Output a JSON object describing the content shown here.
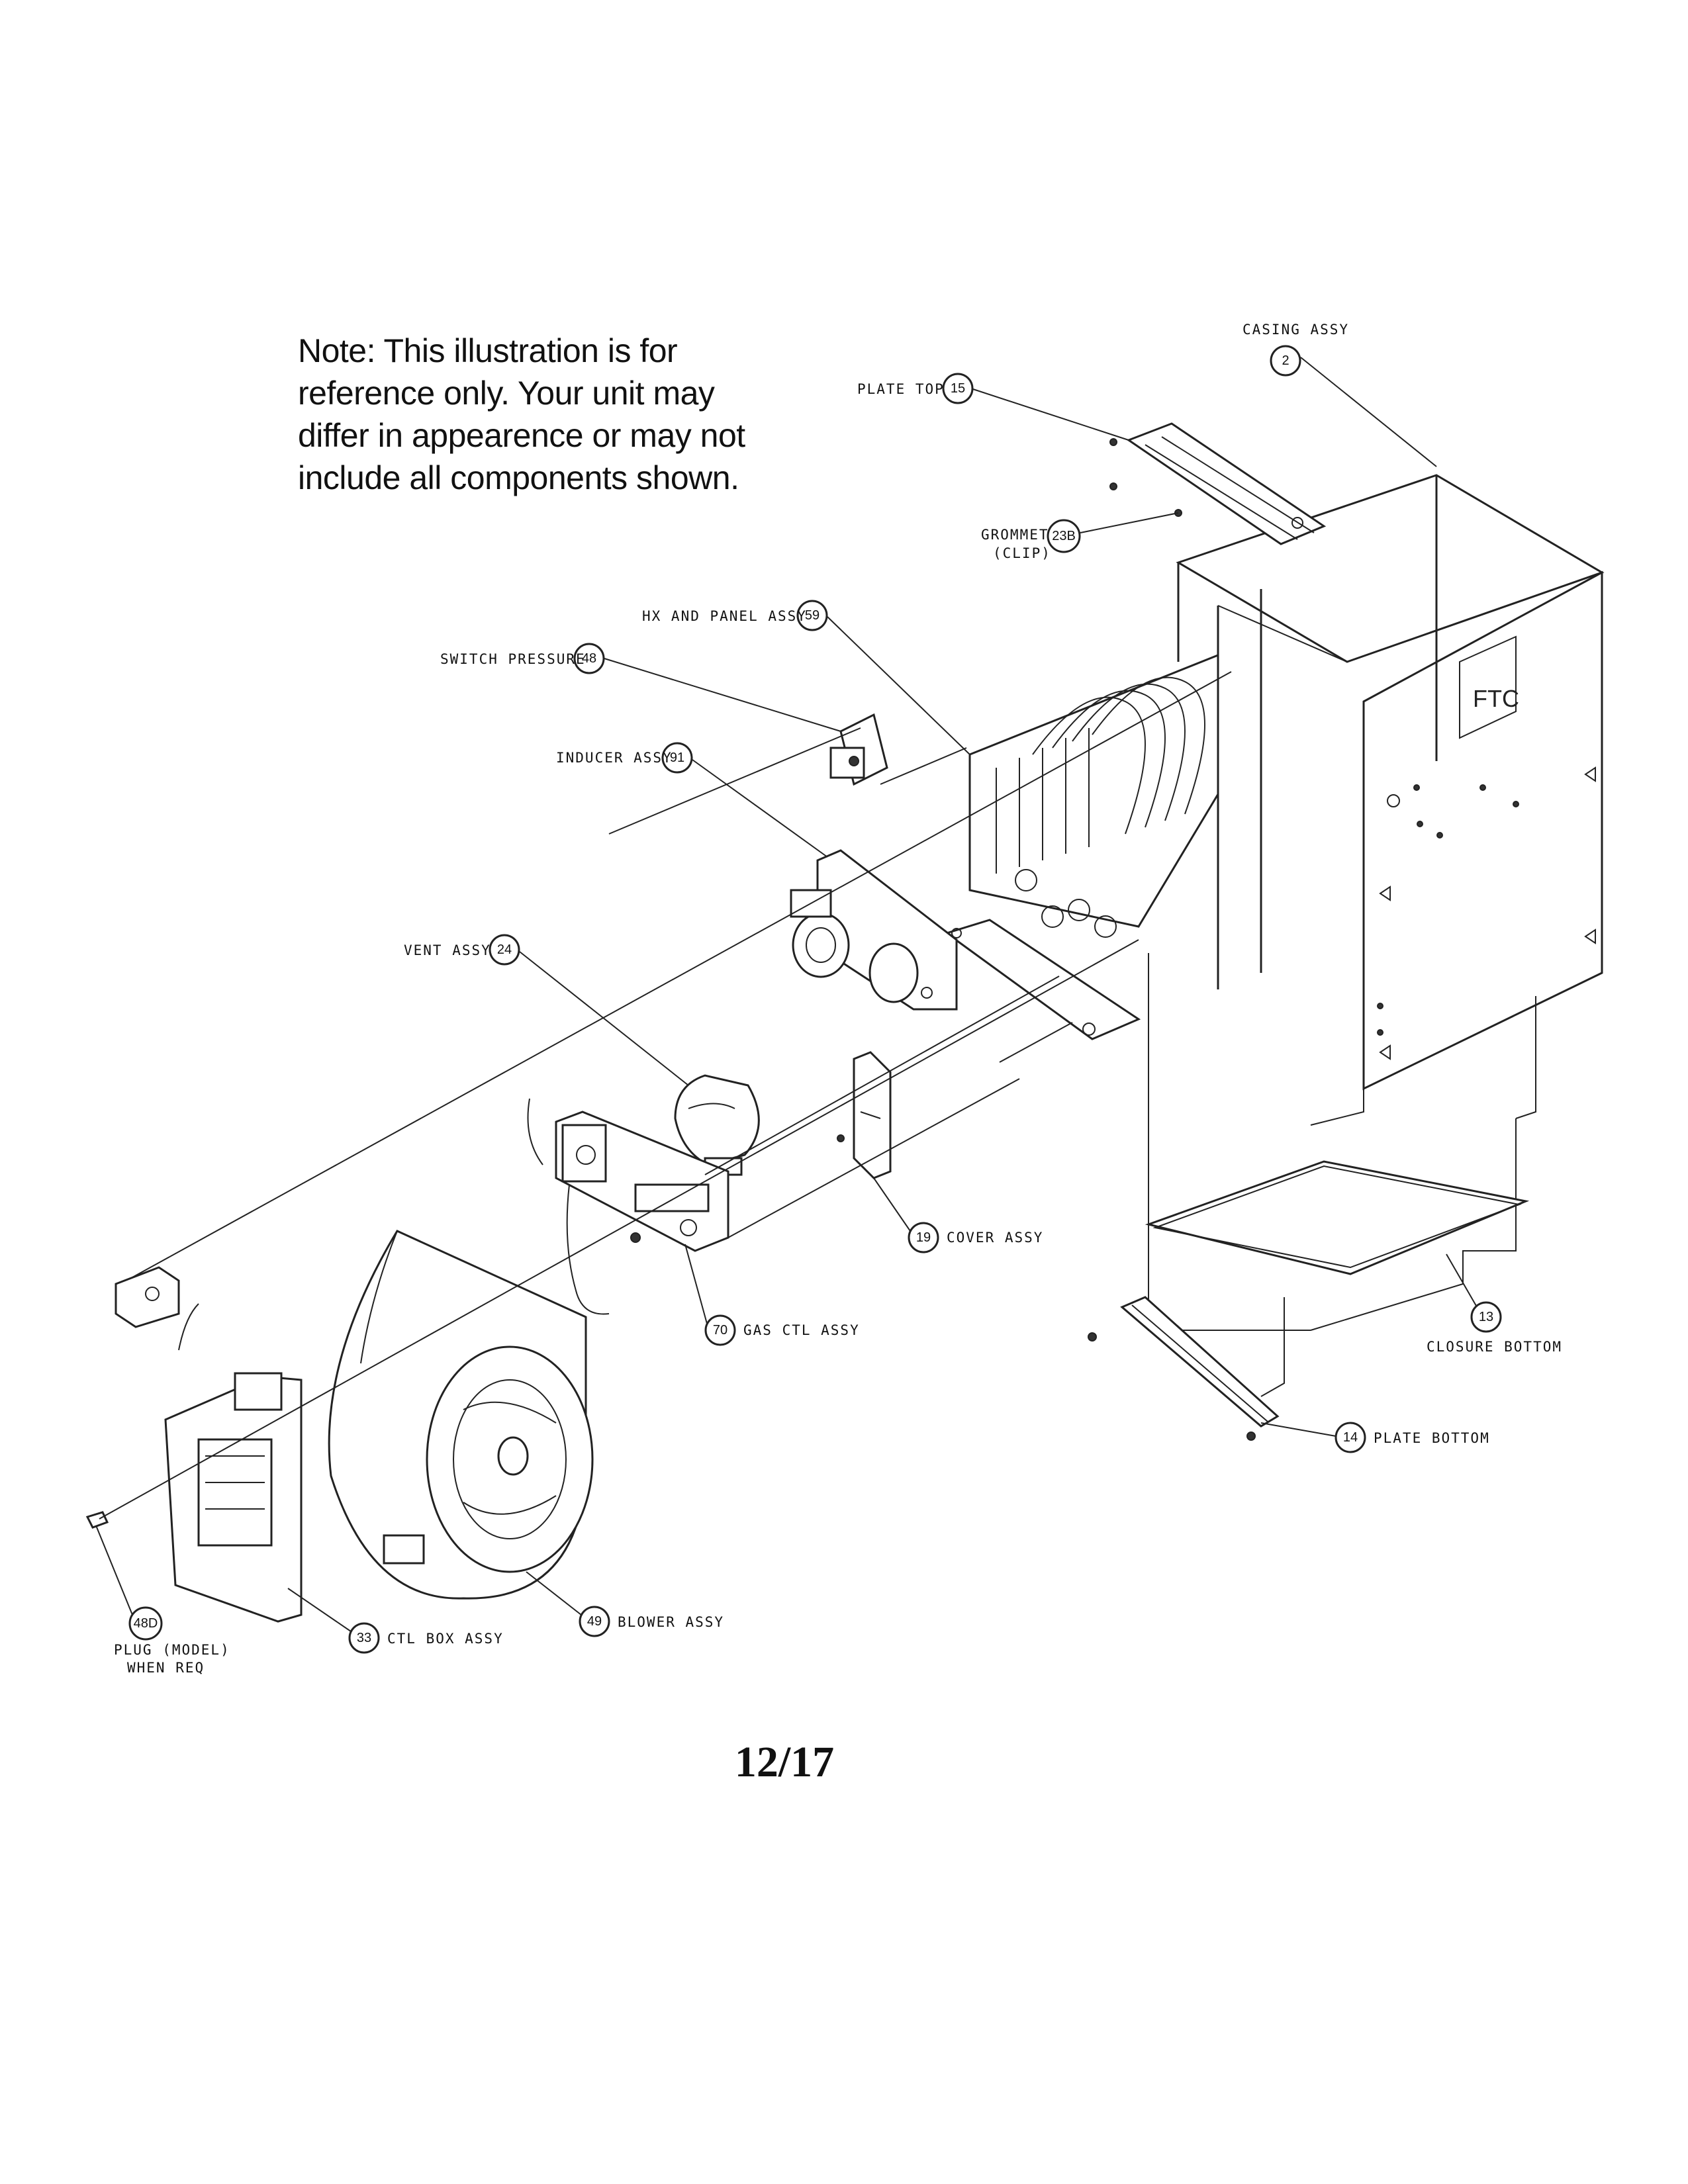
{
  "note": "Note: This illustration is for\nreference only. Your unit may\ndiffer in appearence or may not\ninclude all components shown.",
  "page_number": "12/17",
  "cabinet_marking": "FTC",
  "callouts": [
    {
      "id": "casing-assy",
      "number": "2",
      "label": "CASING ASSY"
    },
    {
      "id": "plate-top",
      "number": "15",
      "label": "PLATE TOP"
    },
    {
      "id": "grommet-clip",
      "number": "23B",
      "label": "GROMMET",
      "label2": "(CLIP)"
    },
    {
      "id": "hx-and-panel-assy",
      "number": "59",
      "label": "HX AND PANEL ASSY"
    },
    {
      "id": "switch-pressure",
      "number": "48",
      "label": "SWITCH PRESSURE"
    },
    {
      "id": "inducer-assy",
      "number": "91",
      "label": "INDUCER ASSY"
    },
    {
      "id": "vent-assy",
      "number": "24",
      "label": "VENT ASSY"
    },
    {
      "id": "cover-assy",
      "number": "19",
      "label": "COVER ASSY"
    },
    {
      "id": "gas-ctl-assy",
      "number": "70",
      "label": "GAS CTL ASSY"
    },
    {
      "id": "closure-bottom",
      "number": "13",
      "label": "CLOSURE BOTTOM"
    },
    {
      "id": "plate-bottom",
      "number": "14",
      "label": "PLATE BOTTOM"
    },
    {
      "id": "plug-model",
      "number": "48D",
      "label": "PLUG (MODEL)",
      "label2": "WHEN REQ"
    },
    {
      "id": "ctl-box-assy",
      "number": "33",
      "label": "CTL BOX ASSY"
    },
    {
      "id": "blower-assy",
      "number": "49",
      "label": "BLOWER ASSY"
    }
  ]
}
